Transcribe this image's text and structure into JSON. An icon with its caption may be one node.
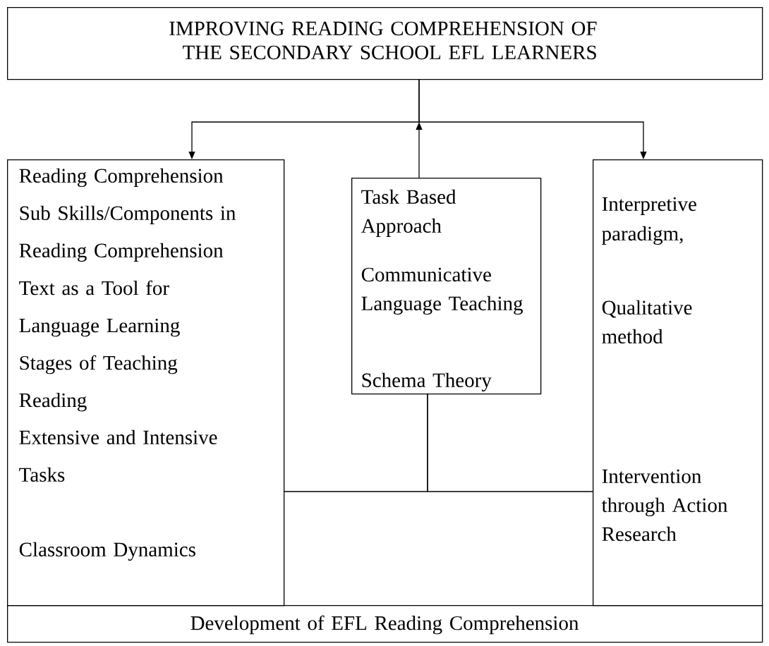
{
  "diagram": {
    "nodes": [
      {
        "text": [
          "IMPROVING READING COMPREHENSION OF THE SECONDARY SCHOOL EFL LEARNERS"
        ]
      },
      {
        "text": [
          "Reading Comprehension",
          "Sub Skills/Components in Reading Comprehension",
          "Text as a Tool for Language Learning",
          "Stages of Teaching Reading",
          "Extensive and Intensive Tasks",
          "Classroom Dynamics"
        ]
      },
      {
        "text": [
          "Task Based Approach",
          "Communicative Language Teaching",
          "Schema Theory"
        ]
      },
      {
        "text": [
          "Interpretive paradigm,",
          "Qualitative method",
          "Intervention through Action Research"
        ]
      },
      {
        "text": [
          "Development of EFL Reading Comprehension"
        ]
      }
    ],
    "edges": [
      {
        "from": 0,
        "to": 1,
        "arrow": "to"
      },
      {
        "from": 0,
        "to": 3,
        "arrow": "to"
      },
      {
        "from": 2,
        "to": 0,
        "arrow": "to"
      },
      {
        "from": 2,
        "to": 1,
        "arrow": "none"
      },
      {
        "from": 2,
        "to": 3,
        "arrow": "none"
      }
    ]
  }
}
